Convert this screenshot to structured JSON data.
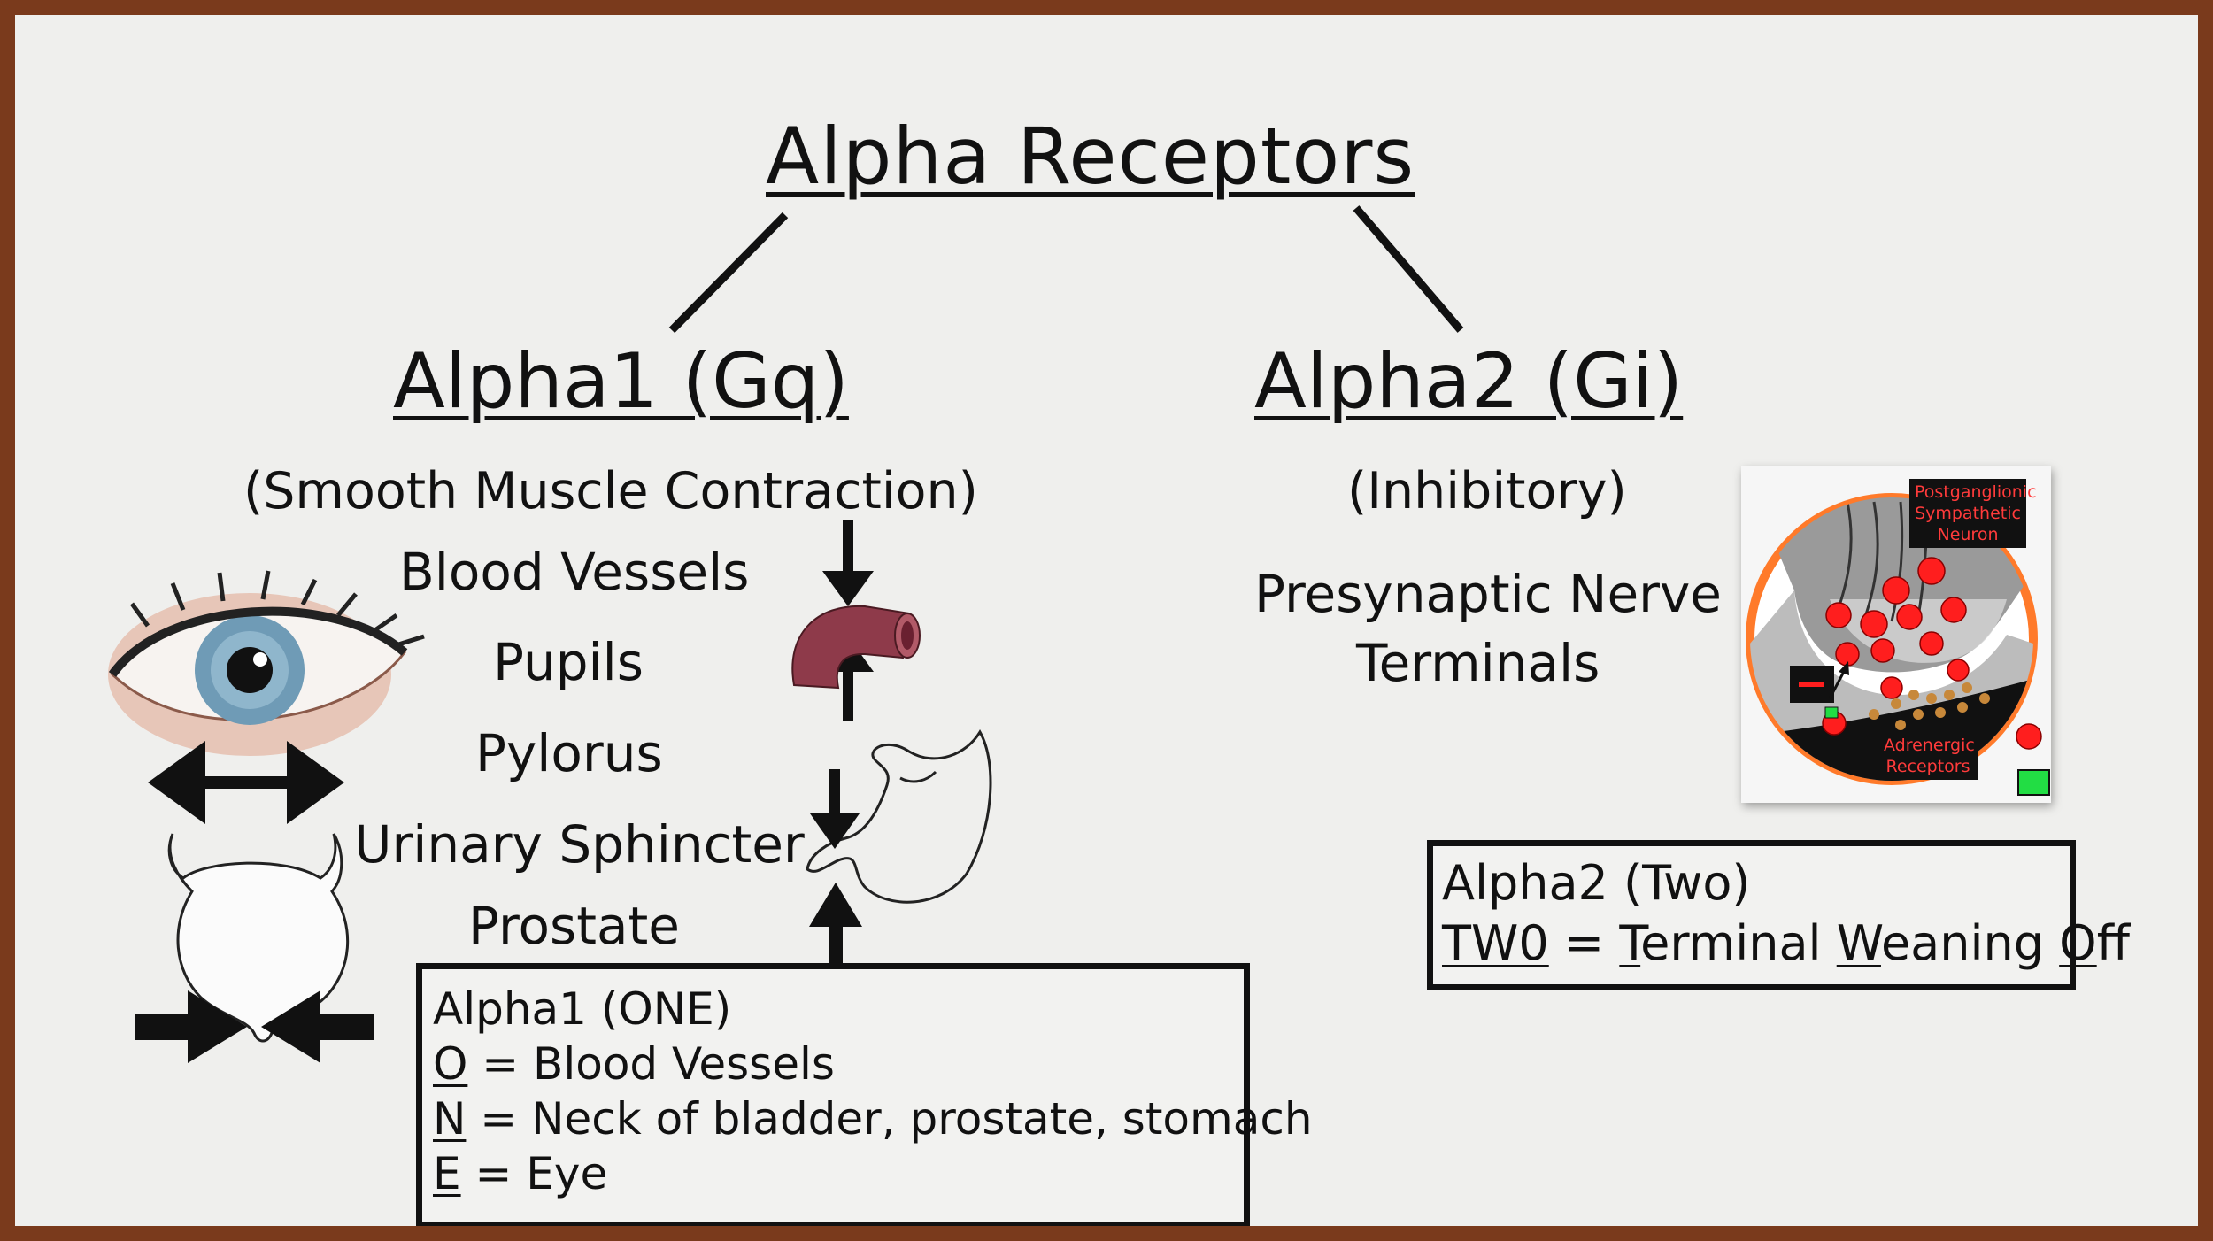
{
  "title": "Alpha Receptors",
  "alpha1": {
    "heading": "Alpha1 (Gq)",
    "effect": "(Smooth Muscle Contraction)",
    "sites": [
      "Blood Vessels",
      "Pupils",
      "Pylorus",
      "Urinary Sphincter",
      "Prostate"
    ]
  },
  "alpha2": {
    "heading": "Alpha2 (Gi)",
    "effect": "(Inhibitory)",
    "site_line1": "Presynaptic Nerve",
    "site_line2": "Terminals"
  },
  "mnemonic1": {
    "line1": "Alpha1 (ONE)",
    "line2_letter": "O",
    "line2_rest": " = Blood Vessels",
    "line3_letter": "N",
    "line3_rest": " = Neck of bladder, prostate, stomach",
    "line4_letter": "E",
    "line4_rest": " = Eye"
  },
  "mnemonic2": {
    "line1": "Alpha2 (Two)",
    "tw0": "TW0",
    "eq": " = ",
    "w1_first": "T",
    "w1_rest": "erminal ",
    "w2_first": "W",
    "w2_rest": "eaning ",
    "w3_first": "O",
    "w3_rest": "ff"
  },
  "neuron_diagram": {
    "top_label": "Postganglionic Sympathetic Neuron",
    "bottom_label": "Adrenergic Receptors"
  },
  "colors": {
    "frame": "#7a3a1c",
    "background": "#efefed",
    "vesicle_red": "#ff1e1e",
    "neuron_orange": "#ff7a2a",
    "vessel": "#8e3a4a",
    "green": "#22dd44"
  }
}
